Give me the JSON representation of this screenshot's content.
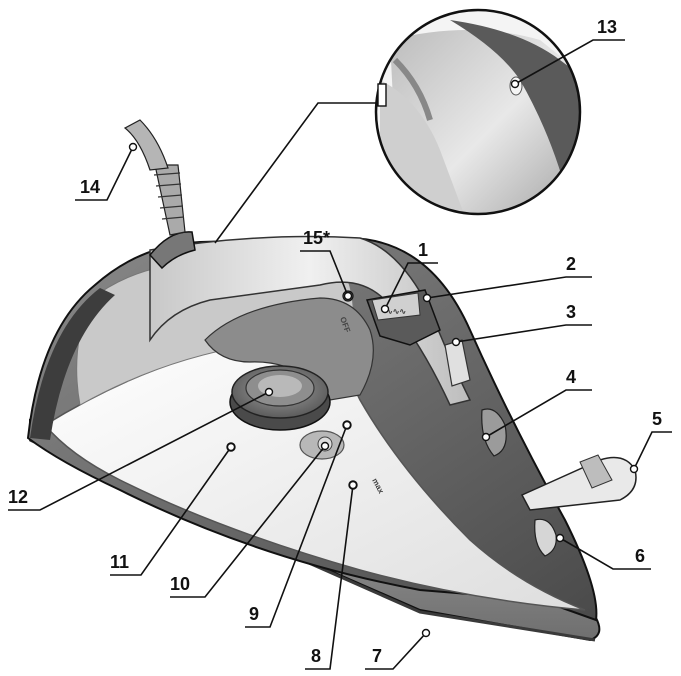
{
  "callouts": [
    {
      "id": "1",
      "label": "1"
    },
    {
      "id": "2",
      "label": "2"
    },
    {
      "id": "3",
      "label": "3"
    },
    {
      "id": "4",
      "label": "4"
    },
    {
      "id": "5",
      "label": "5"
    },
    {
      "id": "6",
      "label": "6"
    },
    {
      "id": "7",
      "label": "7"
    },
    {
      "id": "8",
      "label": "8"
    },
    {
      "id": "9",
      "label": "9"
    },
    {
      "id": "10",
      "label": "10"
    },
    {
      "id": "11",
      "label": "11"
    },
    {
      "id": "12",
      "label": "12"
    },
    {
      "id": "13",
      "label": "13"
    },
    {
      "id": "14",
      "label": "14"
    },
    {
      "id": "15*",
      "label": "15*"
    }
  ],
  "iron_markings": {
    "max": "max",
    "off": "OFF"
  },
  "colors": {
    "outline": "#111111",
    "body_dark": "#5f5f5f",
    "body_mid": "#9a9a9a",
    "body_light": "#dcdcdc",
    "panel_white": "#f3f3f3",
    "soleplate": "#8c8c8c"
  }
}
